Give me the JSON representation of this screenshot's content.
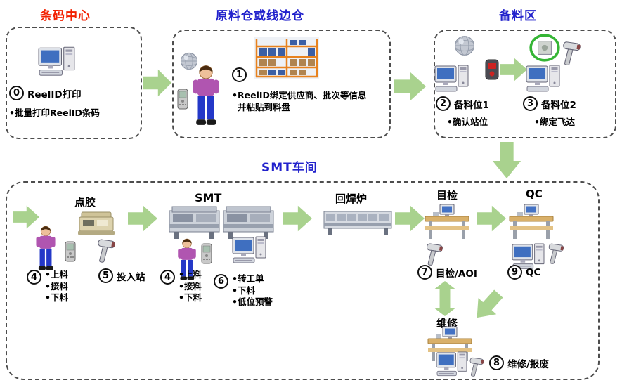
{
  "titles": {
    "barcode_center": "条码中心",
    "warehouse": "原料仓或线边仓",
    "prep_area": "备料区",
    "smt_workshop": "SMT车间"
  },
  "barcode_center": {
    "num": "0",
    "label": "ReelID打印",
    "bullet": "•批量打印ReelID条码"
  },
  "warehouse": {
    "num": "1",
    "bullet1": "•ReelID绑定供应商、批次等信息",
    "bullet2": "并粘贴到料盘"
  },
  "prep_area": {
    "station1": {
      "num": "2",
      "label": "备料位1",
      "bullet": "•确认站位"
    },
    "station2": {
      "num": "3",
      "label": "备料位2",
      "bullet": "•绑定飞达"
    }
  },
  "smt": {
    "dispensing_label": "点胶",
    "smt_label": "SMT",
    "reflow_label": "回焊炉",
    "inspection_label": "目检",
    "qc_label": "QC",
    "repair_label": "维修",
    "step4": {
      "num": "4",
      "bullets": [
        "•上料",
        "•接料",
        "•下料"
      ]
    },
    "step5": {
      "num": "5",
      "label": "投入站"
    },
    "step6": {
      "num": "6",
      "bullets": [
        "•转工单",
        "•下料",
        "•低位预警"
      ]
    },
    "step7": {
      "num": "7",
      "label": "目检/AOI"
    },
    "step8": {
      "num": "8",
      "label": "维修/报废"
    },
    "step9": {
      "num": "9",
      "label": "QC"
    }
  },
  "icons": [
    "desktop-computer-icon",
    "operator-person-icon",
    "handheld-terminal-icon",
    "barcode-scanner-icon",
    "globe-icon",
    "warehouse-racks-icon",
    "dispensing-machine-icon",
    "smt-line-icon",
    "reflow-oven-icon",
    "workstation-icon",
    "feeder-icon",
    "verify-device-icon",
    "green-arrow"
  ],
  "colors": {
    "arrow_green": "#a9d28e",
    "title_red": "#f22000",
    "title_blue": "#2222cc"
  }
}
